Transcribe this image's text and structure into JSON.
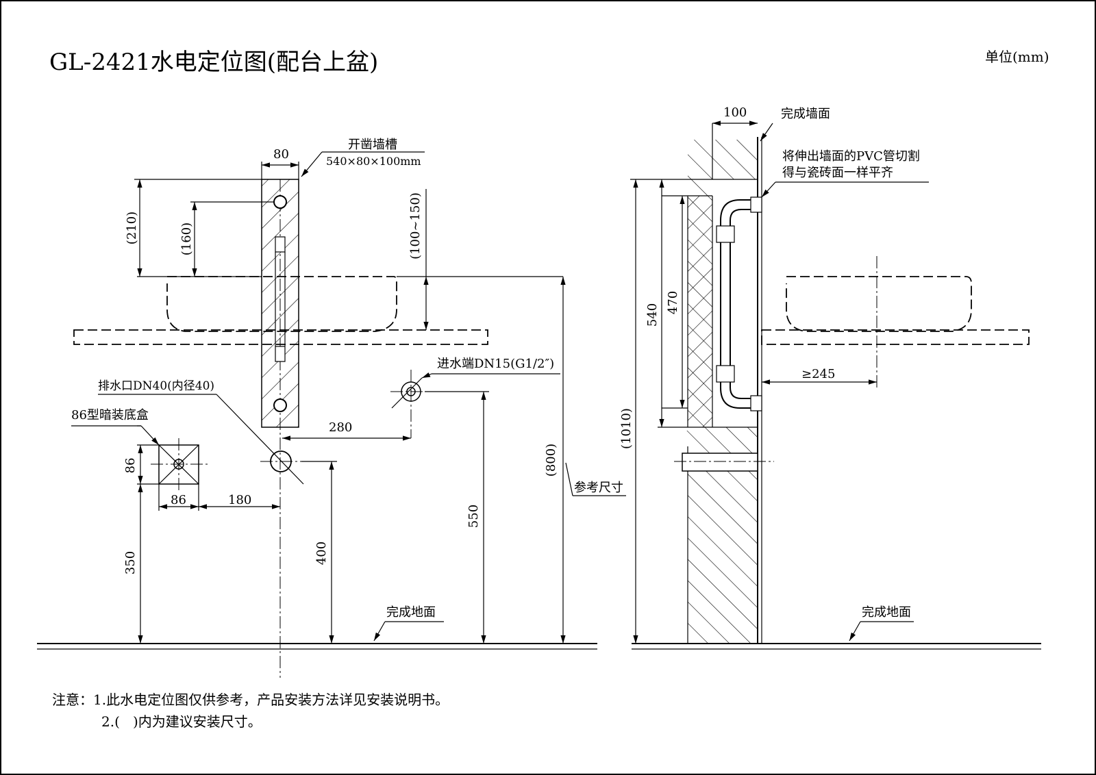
{
  "title": "GL-2421水电定位图(配台上盆)",
  "unit": "单位(mm)",
  "front_view": {
    "slot_label": "开凿墙槽",
    "slot_size": "540×80×100mm",
    "slot_width": "80",
    "dim_210": "(210)",
    "dim_160": "(160)",
    "dim_100_150": "(100~150)",
    "inlet_label": "进水端DN15(G1/2″)",
    "drain_label": "排水口DN40(内径40)",
    "box_label": "86型暗装底盒",
    "dim_280": "280",
    "dim_86_v": "86",
    "dim_86_h": "86",
    "dim_180": "180",
    "dim_350": "350",
    "dim_400": "400",
    "dim_550": "550",
    "dim_800": "(800)",
    "ref_label": "参考尺寸",
    "floor_label": "完成地面"
  },
  "side_view": {
    "wall_thickness": "100",
    "wall_label": "完成墙面",
    "note_line1": "将伸出墙面的PVC管切割",
    "note_line2": "得与瓷砖面一样平齐",
    "dim_540": "540",
    "dim_470": "470",
    "dim_1010": "(1010)",
    "dim_245": "≥245",
    "floor_label": "完成地面"
  },
  "notes": {
    "line1": "注意：1.此水电定位图仅供参考，产品安装方法详见安装说明书。",
    "line2": "2.(   )内为建议安装尺寸。"
  }
}
